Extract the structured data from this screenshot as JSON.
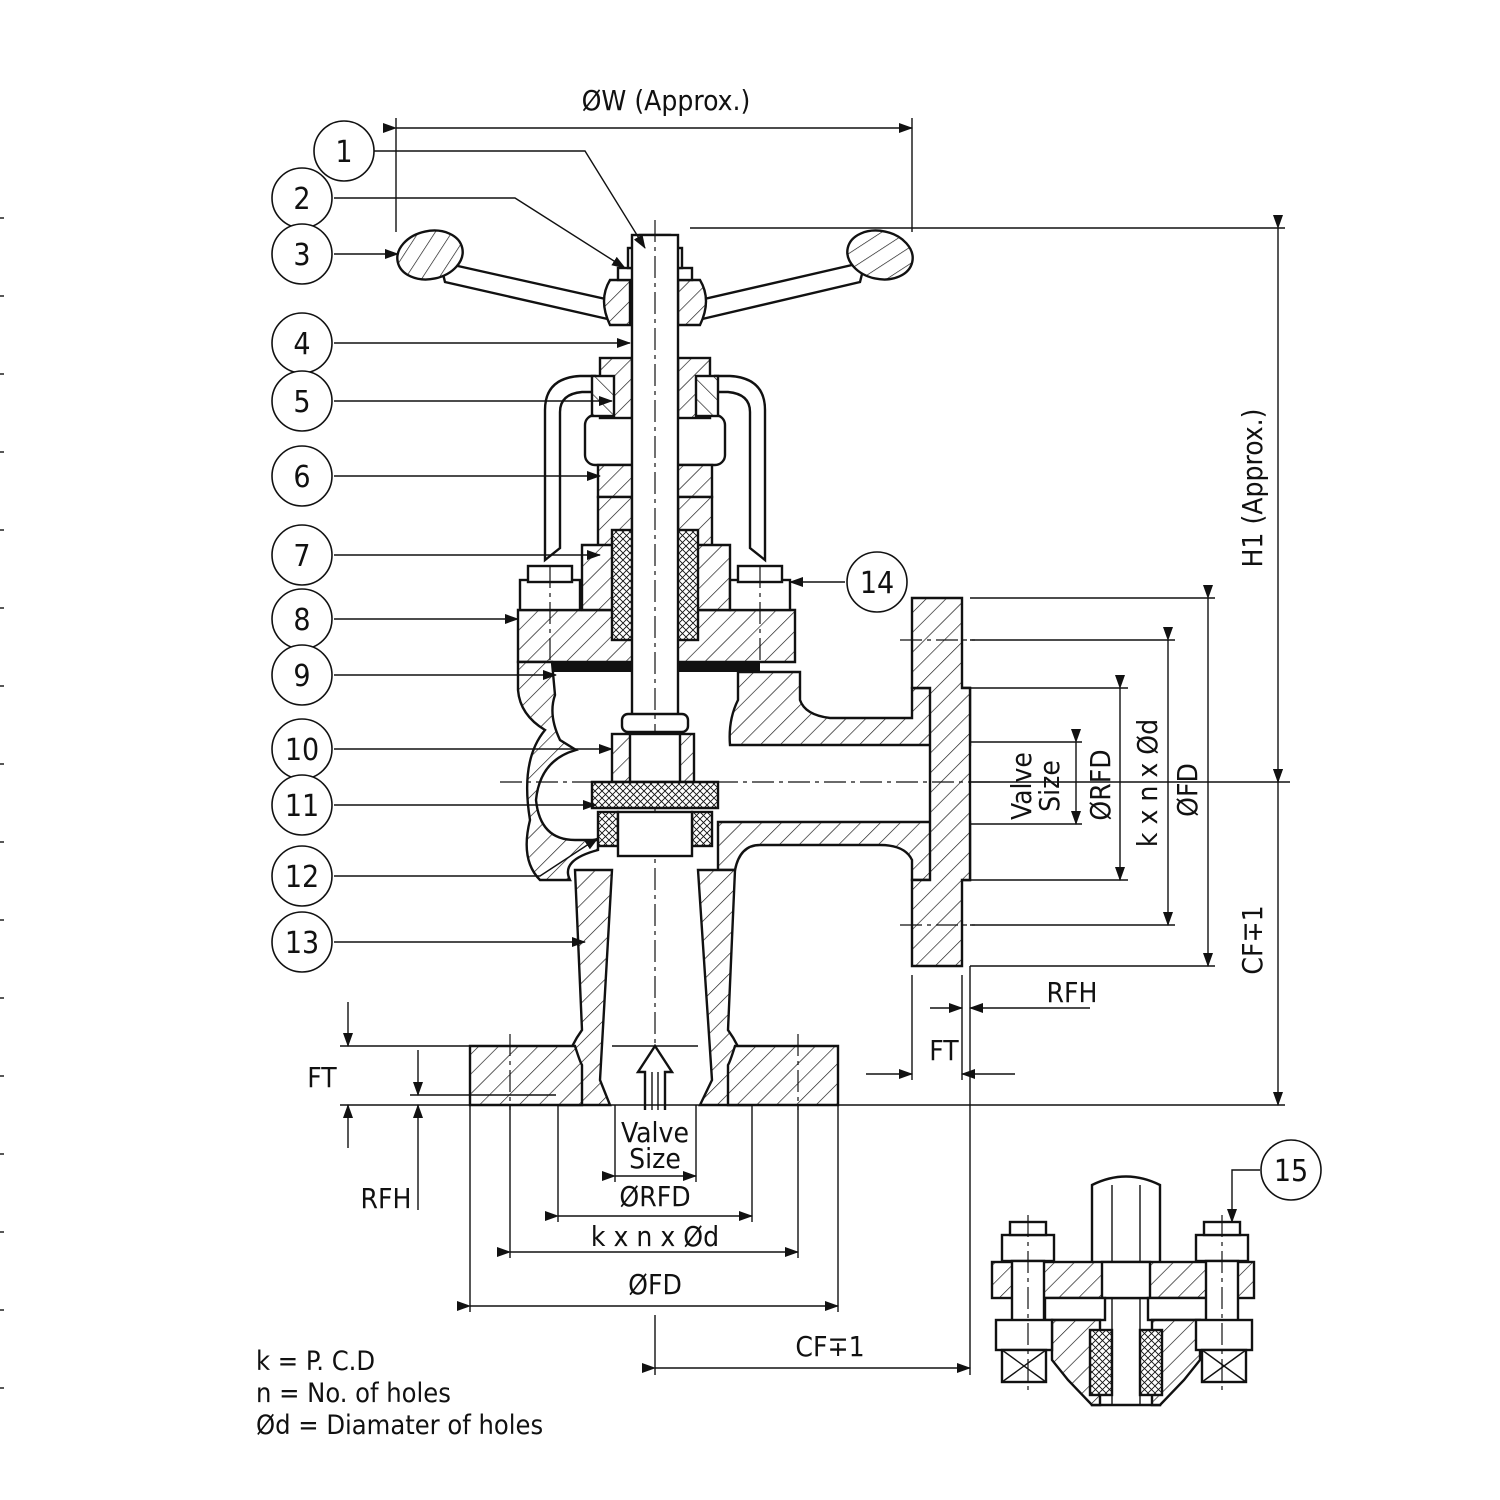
{
  "callouts": [
    "1",
    "2",
    "3",
    "4",
    "5",
    "6",
    "7",
    "8",
    "9",
    "10",
    "11",
    "12",
    "13",
    "14",
    "15"
  ],
  "dimensions": {
    "handwheel_diameter": "ØW (Approx.)",
    "height": "H1 (Approx.)",
    "center_to_face_right": "CF∓1",
    "center_to_face_bottom": "CF∓1",
    "flange_thickness_left": "FT",
    "flange_thickness_right": "FT",
    "raised_face_height_left": "RFH",
    "raised_face_height_right": "RFH",
    "valve_size_bottom_1": "Valve",
    "valve_size_bottom_2": "Size",
    "valve_size_right_1": "Valve",
    "valve_size_right_2": "Size",
    "rfd_bottom": "ØRFD",
    "rfd_right": "ØRFD",
    "bolt_bottom": "k x n x Ød",
    "bolt_right": "k x n x Ød",
    "fd_bottom": "ØFD",
    "fd_right": "ØFD"
  },
  "notes": [
    "k = P. C.D",
    "n = No. of holes",
    "Ød = Diamater of holes"
  ]
}
